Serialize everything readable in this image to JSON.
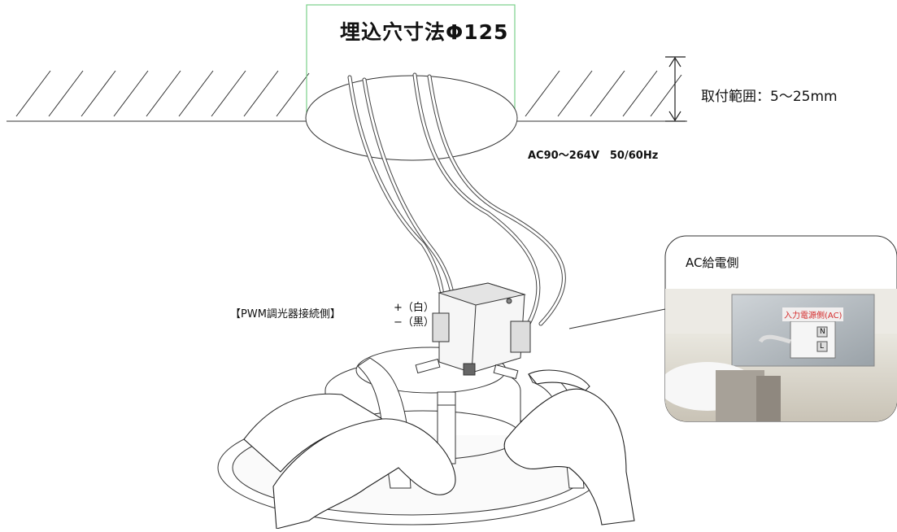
{
  "hole_label": "埋込穴寸法Φ125",
  "mounting_range": "取付範囲：5～25mm",
  "voltage": "AC90～264V　50/60Hz",
  "pwm_label": "【PWM調光器接続側】",
  "polarity": {
    "plus": "+（白）",
    "minus": "−（黒）"
  },
  "callout": {
    "title": "AC給電側",
    "photo_label": "入力電源側(AC)",
    "terminal_marks": [
      "N",
      "L"
    ]
  },
  "colors": {
    "hole_box": "#7ad08a",
    "photo_label": "#d42b2b"
  }
}
